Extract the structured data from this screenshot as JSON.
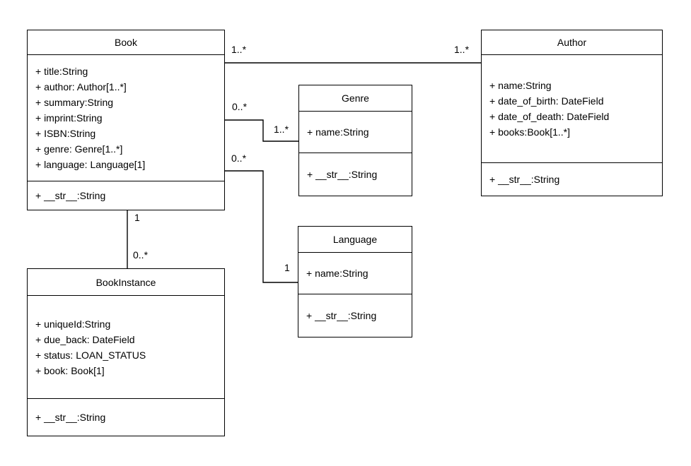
{
  "diagram": {
    "type": "uml-class-diagram",
    "classes": [
      {
        "name": "Book",
        "attributes": [
          "+ title:String",
          "+ author: Author[1..*]",
          "+ summary:String",
          "+ imprint:String",
          "+ ISBN:String",
          "+ genre: Genre[1..*]",
          "+ language: Language[1]"
        ],
        "methods": [
          "+ __str__:String"
        ]
      },
      {
        "name": "Author",
        "attributes": [
          "+ name:String",
          "+ date_of_birth: DateField",
          "+ date_of_death: DateField",
          "+ books:Book[1..*]"
        ],
        "methods": [
          "+ __str__:String"
        ]
      },
      {
        "name": "Genre",
        "attributes": [
          "+ name:String"
        ],
        "methods": [
          "+ __str__:String"
        ]
      },
      {
        "name": "Language",
        "attributes": [
          "+ name:String"
        ],
        "methods": [
          "+ __str__:String"
        ]
      },
      {
        "name": "BookInstance",
        "attributes": [
          "+ uniqueId:String",
          "+ due_back: DateField",
          "+ status: LOAN_STATUS",
          "+ book: Book[1]"
        ],
        "methods": [
          "+ __str__:String"
        ]
      }
    ],
    "associations": [
      {
        "from": "Book",
        "to": "Author",
        "from_multiplicity": "1..*",
        "to_multiplicity": "1..*"
      },
      {
        "from": "Book",
        "to": "Genre",
        "from_multiplicity": "0..*",
        "to_multiplicity": "1..*"
      },
      {
        "from": "Book",
        "to": "Language",
        "from_multiplicity": "0..*",
        "to_multiplicity": "1"
      },
      {
        "from": "Book",
        "to": "BookInstance",
        "from_multiplicity": "1",
        "to_multiplicity": "0..*"
      }
    ],
    "colors": {
      "line": "#000000",
      "text": "#000000",
      "box_fill": "#ffffff",
      "background": "#ffffff"
    }
  }
}
